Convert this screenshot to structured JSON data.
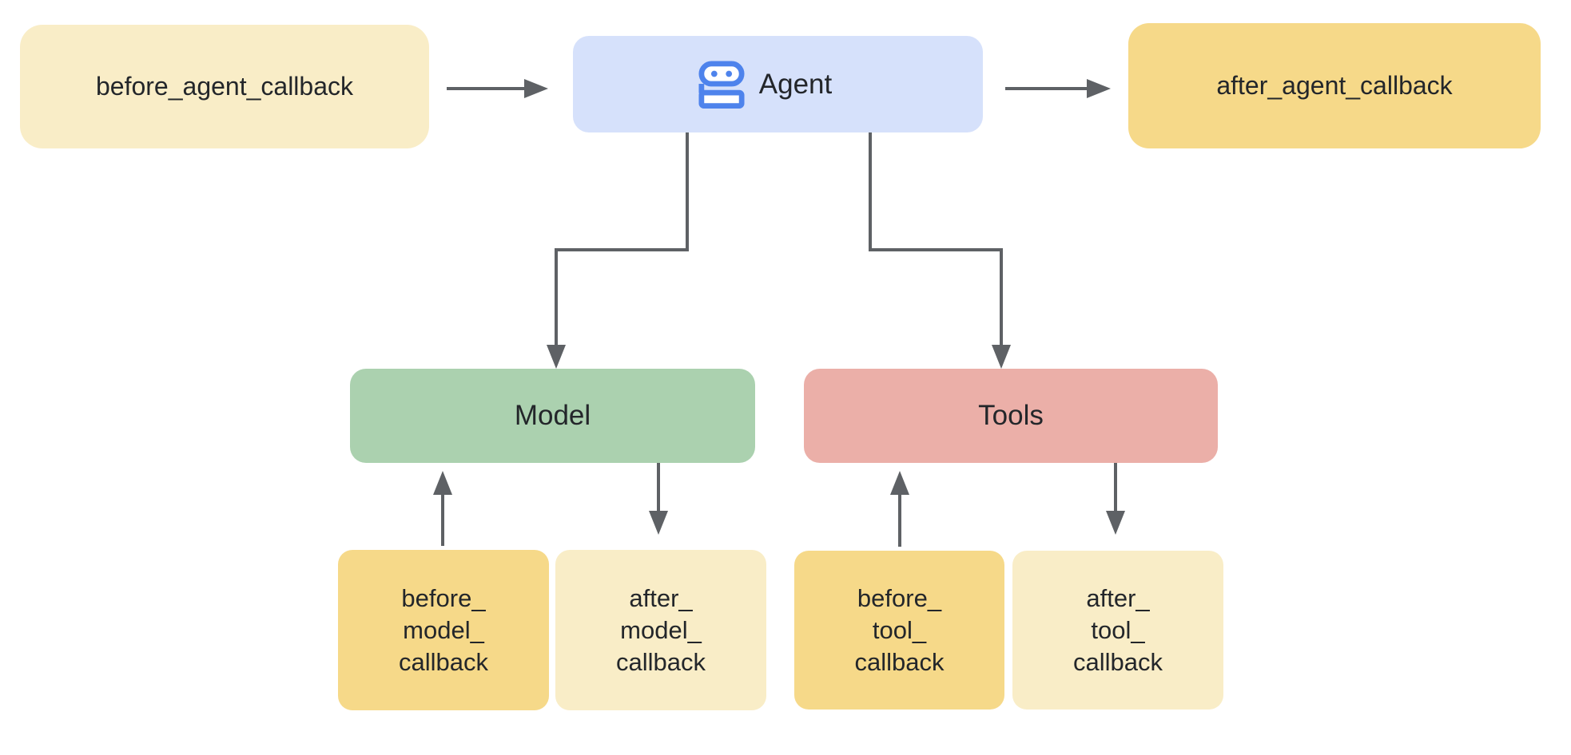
{
  "diagram": {
    "nodes": {
      "before_agent": {
        "label": "before_agent_callback",
        "color": "#F9EDC7"
      },
      "agent": {
        "label": "Agent",
        "icon": "robot-icon",
        "color": "#D6E1FB"
      },
      "after_agent": {
        "label": "after_agent_callback",
        "color": "#F6D989"
      },
      "model": {
        "label": "Model",
        "color": "#ABD1AF"
      },
      "tools": {
        "label": "Tools",
        "color": "#EBAFA8"
      },
      "before_model": {
        "lines": [
          "before_",
          "model_",
          "callback"
        ],
        "color": "#F6D989"
      },
      "after_model": {
        "lines": [
          "after_",
          "model_",
          "callback"
        ],
        "color": "#F9EDC7"
      },
      "before_tool": {
        "lines": [
          "before_",
          "tool_",
          "callback"
        ],
        "color": "#F6D989"
      },
      "after_tool": {
        "lines": [
          "after_",
          "tool_",
          "callback"
        ],
        "color": "#F9EDC7"
      }
    },
    "edges": [
      {
        "from": "before_agent_callback",
        "to": "Agent"
      },
      {
        "from": "Agent",
        "to": "after_agent_callback"
      },
      {
        "from": "Agent",
        "to": "Model"
      },
      {
        "from": "Agent",
        "to": "Tools"
      },
      {
        "from": "before_model_callback",
        "to": "Model"
      },
      {
        "from": "Model",
        "to": "after_model_callback"
      },
      {
        "from": "before_tool_callback",
        "to": "Tools"
      },
      {
        "from": "Tools",
        "to": "after_tool_callback"
      }
    ],
    "colors": {
      "canvas_bg": "#FFFFFF",
      "arrow": "#5E6165",
      "text": "#23262A",
      "icon_blue": "#4E83EC",
      "light_yellow": "#F9EDC7",
      "dark_yellow": "#F6D989",
      "agent_blue": "#D6E1FB",
      "model_green": "#ABD1AF",
      "tools_pink": "#EBAFA8"
    }
  }
}
